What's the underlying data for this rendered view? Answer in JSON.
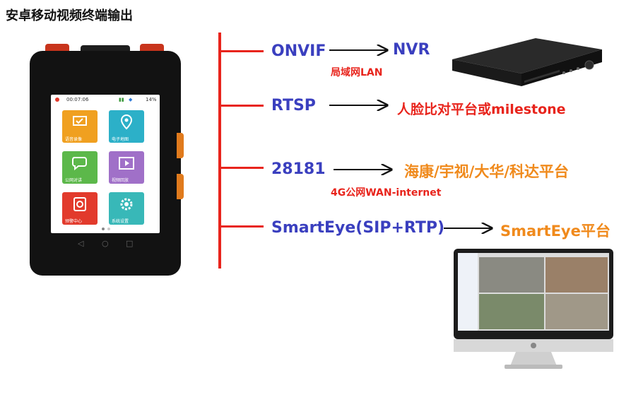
{
  "title": "安卓移动视频终端输出",
  "device": {
    "status_time": "00:07:06",
    "battery": "14%",
    "apps": [
      {
        "label": "语音录像",
        "color": "#f0a020"
      },
      {
        "label": "电子地图",
        "color": "#2cb0c8"
      },
      {
        "label": "公网对讲",
        "color": "#5cb84a"
      },
      {
        "label": "视频回放",
        "color": "#a070c8"
      },
      {
        "label": "预警中心",
        "color": "#e23a2c"
      },
      {
        "label": "系统设置",
        "color": "#38b8b8"
      }
    ]
  },
  "flows": [
    {
      "protocol": "ONVIF",
      "target": "NVR",
      "sub_label": "局域网LAN"
    },
    {
      "protocol": "RTSP",
      "target": "人脸比对平台或milestone"
    },
    {
      "protocol": "28181",
      "target": "海康/宇视/大华/科达平台",
      "sub_label": "4G公网WAN-internet"
    },
    {
      "protocol": "SmartEye(SIP+RTP)",
      "target": "SmartEye平台"
    }
  ],
  "colors": {
    "protocol": "#3a3fbf",
    "line": "#e8241c",
    "target_red": "#e8241c",
    "target_orange": "#f08a1c"
  }
}
